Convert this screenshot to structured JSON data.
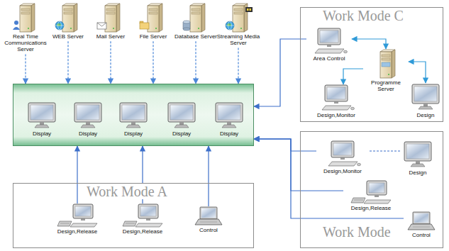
{
  "diagram": {
    "nodes": [
      {
        "text": [
          "Real Time Communications Server"
        ]
      },
      {
        "text": [
          "WEB Server"
        ]
      },
      {
        "text": [
          "Mail Server"
        ]
      },
      {
        "text": [
          "File Server"
        ]
      },
      {
        "text": [
          "Database Server"
        ]
      },
      {
        "text": [
          "Streaming Media Server"
        ]
      },
      {
        "text": []
      },
      {
        "text": [
          "Display"
        ],
        "in": 6
      },
      {
        "text": [
          "Display"
        ],
        "in": 6
      },
      {
        "text": [
          "Display"
        ],
        "in": 6
      },
      {
        "text": [
          "Display"
        ],
        "in": 6
      },
      {
        "text": [
          "Display"
        ],
        "in": 6
      },
      {
        "text": [
          "Work Mode C"
        ]
      },
      {
        "text": [
          "Area Control"
        ],
        "in": 12
      },
      {
        "text": [
          "Programme Server"
        ],
        "in": 12
      },
      {
        "text": [
          "Design,Monitor"
        ],
        "in": 12
      },
      {
        "text": [
          "Design"
        ],
        "in": 12
      },
      {
        "text": [
          "Work Mode"
        ]
      },
      {
        "text": [
          "Design,Monitor"
        ],
        "in": 17
      },
      {
        "text": [
          "Design"
        ],
        "in": 17
      },
      {
        "text": [
          "Design,Release"
        ],
        "in": 17
      },
      {
        "text": [
          "Control"
        ],
        "in": 17
      },
      {
        "text": [
          "Work Mode A"
        ]
      },
      {
        "text": [
          "Design,Release"
        ],
        "in": 22
      },
      {
        "text": [
          "Design,Release"
        ],
        "in": 22
      },
      {
        "text": [
          "Control"
        ],
        "in": 22
      }
    ],
    "edges": [
      {
        "from": 0,
        "to": 6,
        "arrow": "to"
      },
      {
        "from": 1,
        "to": 6,
        "arrow": "to"
      },
      {
        "from": 2,
        "to": 6,
        "arrow": "to"
      },
      {
        "from": 3,
        "to": 6,
        "arrow": "to"
      },
      {
        "from": 4,
        "to": 6,
        "arrow": "to"
      },
      {
        "from": 5,
        "to": 6,
        "arrow": "to"
      },
      {
        "from": 13,
        "to": 14,
        "arrow": "both"
      },
      {
        "from": 14,
        "to": 15,
        "arrow": "to"
      },
      {
        "from": 14,
        "to": 16,
        "arrow": "both"
      },
      {
        "from": 13,
        "to": 6,
        "arrow": "to"
      },
      {
        "from": 19,
        "to": 18,
        "arrow": "none"
      },
      {
        "from": 18,
        "to": 6,
        "arrow": "to"
      },
      {
        "from": 20,
        "to": 6,
        "arrow": "to"
      },
      {
        "from": 21,
        "to": 6,
        "arrow": "to"
      },
      {
        "from": 23,
        "to": 6,
        "arrow": "to"
      },
      {
        "from": 24,
        "to": 6,
        "arrow": "to"
      },
      {
        "from": 25,
        "to": 6,
        "arrow": "to"
      }
    ]
  }
}
